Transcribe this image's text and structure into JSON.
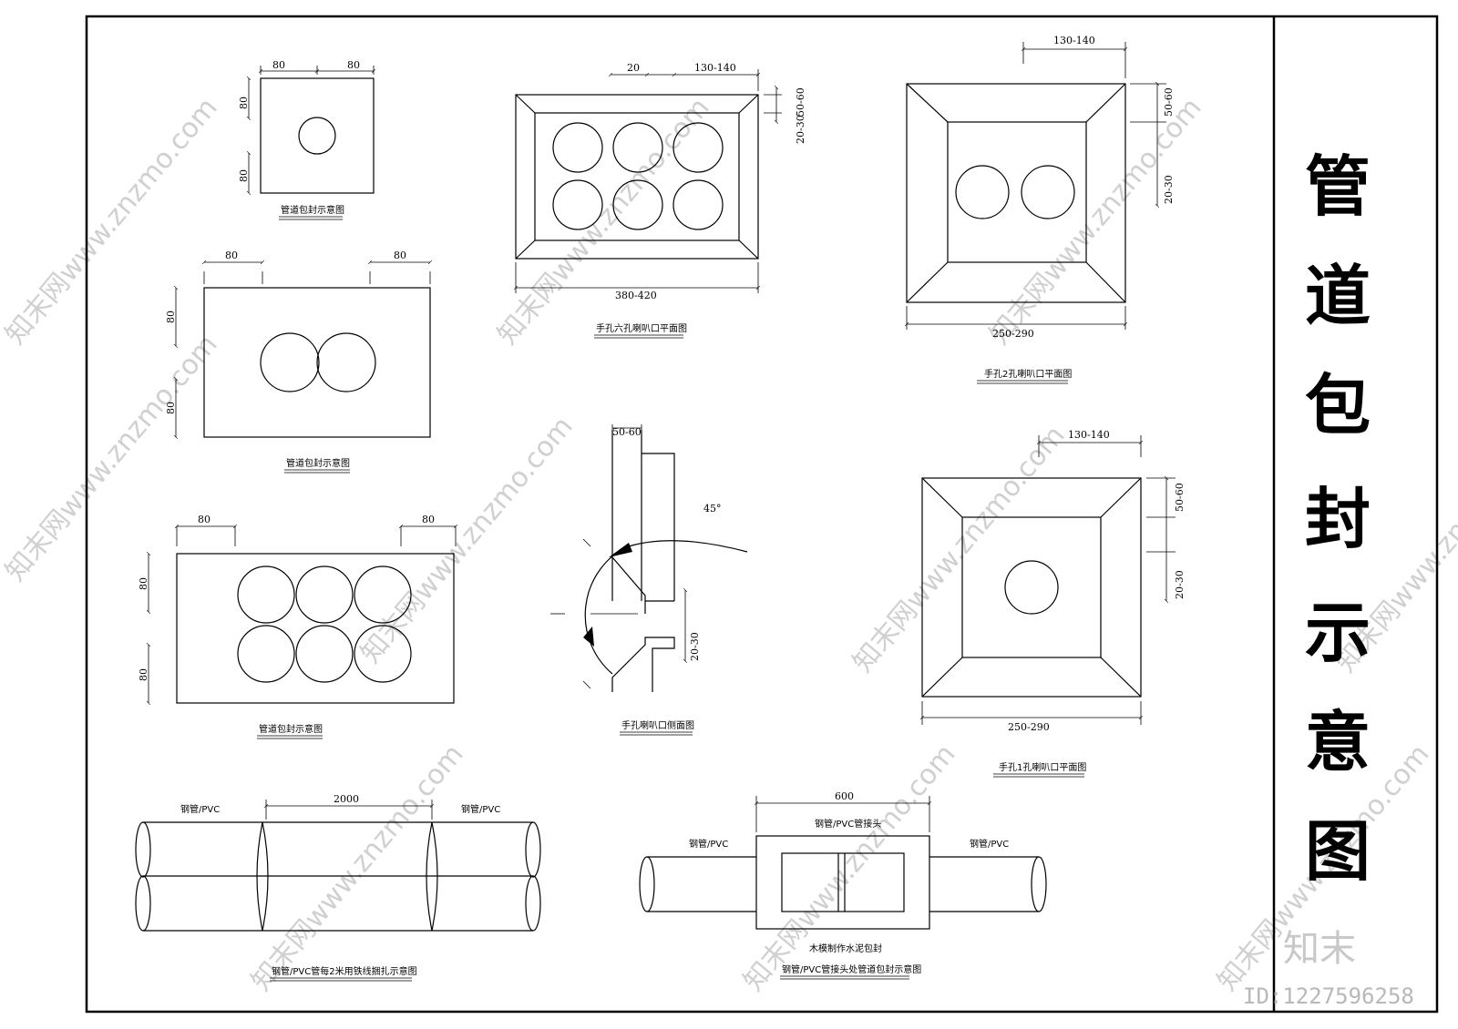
{
  "title": {
    "chars": [
      "管",
      "道",
      "包",
      "封",
      "示",
      "意",
      "图"
    ]
  },
  "watermark": {
    "text": "知末网www.znzmo.com",
    "brand": "知末",
    "id": "ID:1227596258"
  },
  "dims": {
    "d80": "80",
    "d20": "20",
    "d130_140": "130-140",
    "d50_60": "50-60",
    "d20_30": "20-30",
    "d380_420": "380-420",
    "d250_290": "250-290",
    "d45": "45°",
    "d2000": "2000",
    "d600": "600"
  },
  "captions": {
    "encasement_1": "管道包封示意图",
    "encasement_2": "管道包封示意图",
    "encasement_6": "管道包封示意图",
    "six_hole": "手孔六孔喇叭口平面图",
    "two_hole": "手孔2孔喇叭口平面图",
    "one_hole": "手孔1孔喇叭口平面图",
    "side_view": "手孔喇叭口侧面图",
    "iron_wire": "钢管/PVC管每2米用铁线捆扎示意图",
    "joint": "钢管/PVC管接头处管道包封示意图"
  },
  "labels": {
    "pipe": "钢管/PVC",
    "pipe_joint": "钢管/PVC管接头",
    "formwork": "木模制作水泥包封"
  }
}
